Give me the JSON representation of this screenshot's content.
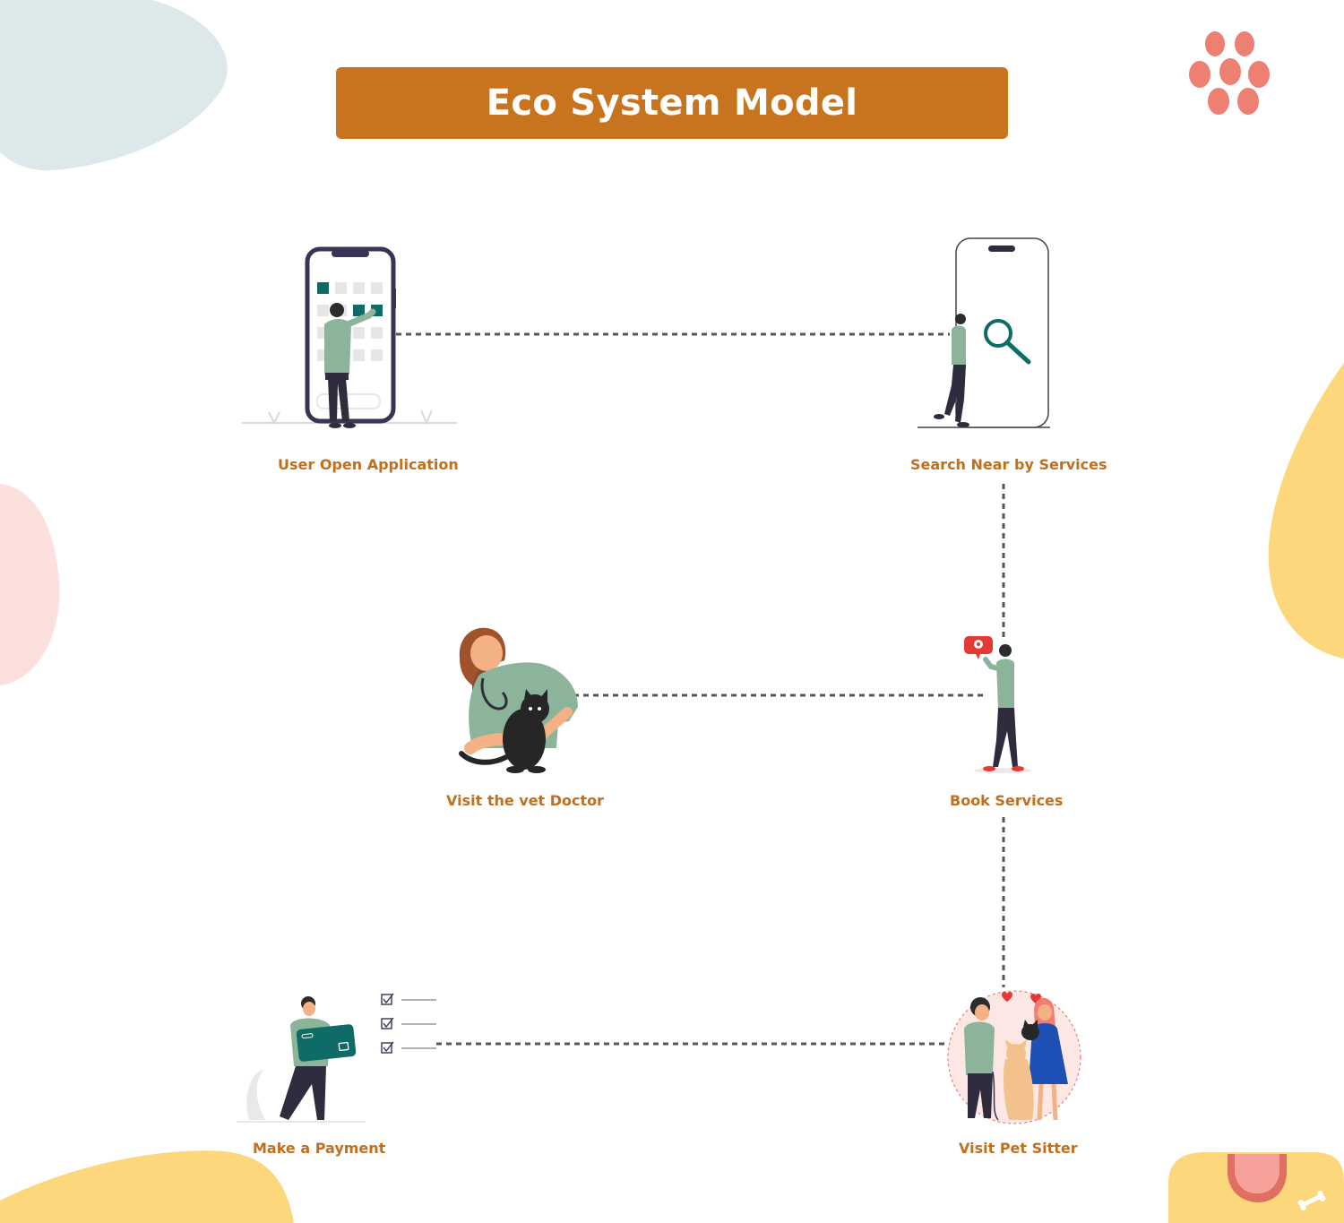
{
  "title": "Eco System Model",
  "colors": {
    "title_bg": "#C8741E",
    "label": "#C06F1F",
    "connector": "#555555",
    "paw": "#EE7F73",
    "accent_green": "#0E6B66",
    "shirt_green": "#8CB49A",
    "blob_blue": "#DDE8EA",
    "blob_pink": "#FCE0DE",
    "blob_yellow": "#FCD77B"
  },
  "steps": {
    "open_app": {
      "label": "User Open Application",
      "icon": "phone-calendar-icon"
    },
    "search": {
      "label": "Search Near by Services",
      "icon": "search-phone-icon"
    },
    "book": {
      "label": "Book Services",
      "icon": "location-pin-person-icon"
    },
    "vet": {
      "label": "Visit the vet Doctor",
      "icon": "vet-with-cat-icon"
    },
    "sitter": {
      "label": "Visit Pet Sitter",
      "icon": "pet-sitter-icon"
    },
    "payment": {
      "label": "Make a Payment",
      "icon": "credit-card-payment-icon"
    }
  },
  "decorations": {
    "logo": "paw-print-icon",
    "corner": "pet-bed-bone-icon"
  }
}
